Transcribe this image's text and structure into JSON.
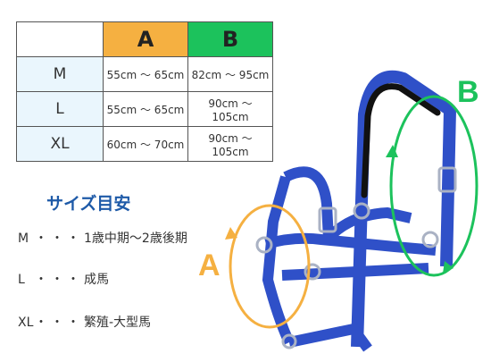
{
  "table": {
    "col_a": "A",
    "col_b": "B",
    "rows": [
      {
        "size": "M",
        "a": "55cm 〜 65cm",
        "b": "82cm 〜 95cm"
      },
      {
        "size": "L",
        "a": "55cm 〜 65cm",
        "b": "90cm 〜 105cm"
      },
      {
        "size": "XL",
        "a": "60cm 〜 70cm",
        "b": "90cm 〜 105cm"
      }
    ]
  },
  "guide": {
    "title": "サイズ目安",
    "items": [
      {
        "size": "M",
        "dots": "・・・",
        "desc": "1歳中期〜2歳後期"
      },
      {
        "size": "L",
        "dots": "・・・",
        "desc": "成馬"
      },
      {
        "size": "XL",
        "dots": "・・・",
        "desc": "繁殖-大型馬"
      }
    ]
  },
  "figure": {
    "label_a": "A",
    "label_b": "B",
    "color_a": "#f5b041",
    "color_b": "#1cc25c",
    "strap_color": "#2f50c8"
  }
}
